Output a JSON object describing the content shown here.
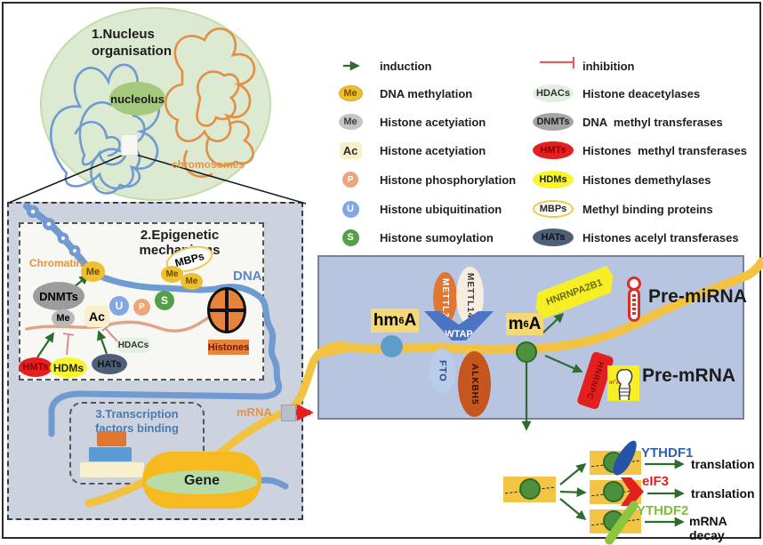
{
  "nucleus": {
    "title": "1.Nucleus organisation",
    "nucleolus": "nucleolus",
    "chromosomes": "chromosomes"
  },
  "legend": {
    "left": [
      {
        "label": "induction",
        "icon": "green-arrow"
      },
      {
        "badge": "Me",
        "label": "DNA methylation",
        "color": "#eebf2e",
        "fg": "#7a5200"
      },
      {
        "badge": "Me",
        "label": "Histone acetyiation",
        "color": "#c4c4c4",
        "fg": "#3c3c3c"
      },
      {
        "badge": "Ac",
        "label": "Histone acetyiation",
        "color": "#f8efcd",
        "fg": "#2b2b2b"
      },
      {
        "badge": "P",
        "label": "Histone phosphorylation",
        "color": "#eda57e",
        "fg": "#ffffff"
      },
      {
        "badge": "U",
        "label": "Histone ubiquitination",
        "color": "#82a7e3",
        "fg": "#ffffff"
      },
      {
        "badge": "S",
        "label": "Histone sumoylation",
        "color": "#55a046",
        "fg": "#ffffff"
      }
    ],
    "right": [
      {
        "label": "inhibition",
        "icon": "red-inhibition-bar"
      },
      {
        "badge": "HDACs",
        "label": "Histone deacetylases",
        "color": "#e3efe0",
        "fg": "#2f2f2f"
      },
      {
        "badge": "DNMTs",
        "label": "DNA  methyl transferases",
        "color": "#a5a5a5",
        "fg": "#222222"
      },
      {
        "badge": "HMTs",
        "label": "Histones  methyl transferases",
        "color": "#e41f1f",
        "fg": "#8b0000"
      },
      {
        "badge": "HDMs",
        "label": "Histones demethylases",
        "color": "#f6f62b",
        "fg": "#222222"
      },
      {
        "badge": "MBPs",
        "label": "Methyl binding proteins",
        "color": "#ffffff",
        "fg": "#222222"
      },
      {
        "badge": "HATs",
        "label": "Histones acelyl transferases",
        "color": "#4e5f76",
        "fg": "#0d1320"
      }
    ]
  },
  "epigenetics": {
    "title": "2.Epigenetic mechanisms",
    "chromatin": "Chromatin",
    "dna": "DNA",
    "histones": "Histones",
    "badges": {
      "me_on_dna": "Me",
      "mbps": "MBPs",
      "me1": "Me",
      "me2": "Me",
      "dnmts": "DNMTs",
      "me_gray": "Me",
      "ac": "Ac",
      "u": "U",
      "p": "P",
      "s": "S",
      "hdacs": "HDACs",
      "hmts": "HMTs",
      "hdms": "HDMs",
      "hats": "HATs"
    }
  },
  "transcription": {
    "title": "3.Transcription factors binding",
    "gene": "Gene",
    "mrna": "mRNA"
  },
  "m6a_panel": {
    "hm6a": {
      "pre": "hm",
      "sup": "6",
      "post": "A"
    },
    "m6a": {
      "pre": "m",
      "sup": "6",
      "post": "A"
    },
    "mettl3": "METTL3",
    "mettl14": "METTL14",
    "wtap": "WTAP",
    "fto": "FTO",
    "alkbh5": "ALKBH5",
    "hnrnpa2b1": "HNRNPA2B1",
    "hnrnpc": "HNRNPC",
    "pre_mirna": "Pre-miRNA",
    "pre_mrna": "Pre-mRNA",
    "pre_mrna_mark": {
      "pre": "m",
      "sup": "6",
      "post": "A"
    }
  },
  "fates": {
    "readers": [
      {
        "name": "YTHDF1",
        "color": "#2b62b5",
        "outcome": "translation"
      },
      {
        "name": "eIF3",
        "color": "#e41f1f",
        "outcome": "translation"
      },
      {
        "name": "YTHDF2",
        "color": "#7dbf3c",
        "outcome": "mRNA decay"
      }
    ]
  },
  "colors": {
    "induction_green": "#2e6b2e",
    "inhibition_red": "#dd5f5f",
    "dna_blue": "#6f9bd1",
    "chromatin_orange": "#e8923f",
    "mrna_yellow": "#f2c343",
    "panel_blue": "#b7c5e1",
    "histone_orange": "#e8833a",
    "m6a_mark_green": "#4c8f3c",
    "hm6a_mark_blue": "#5f9dc9"
  }
}
